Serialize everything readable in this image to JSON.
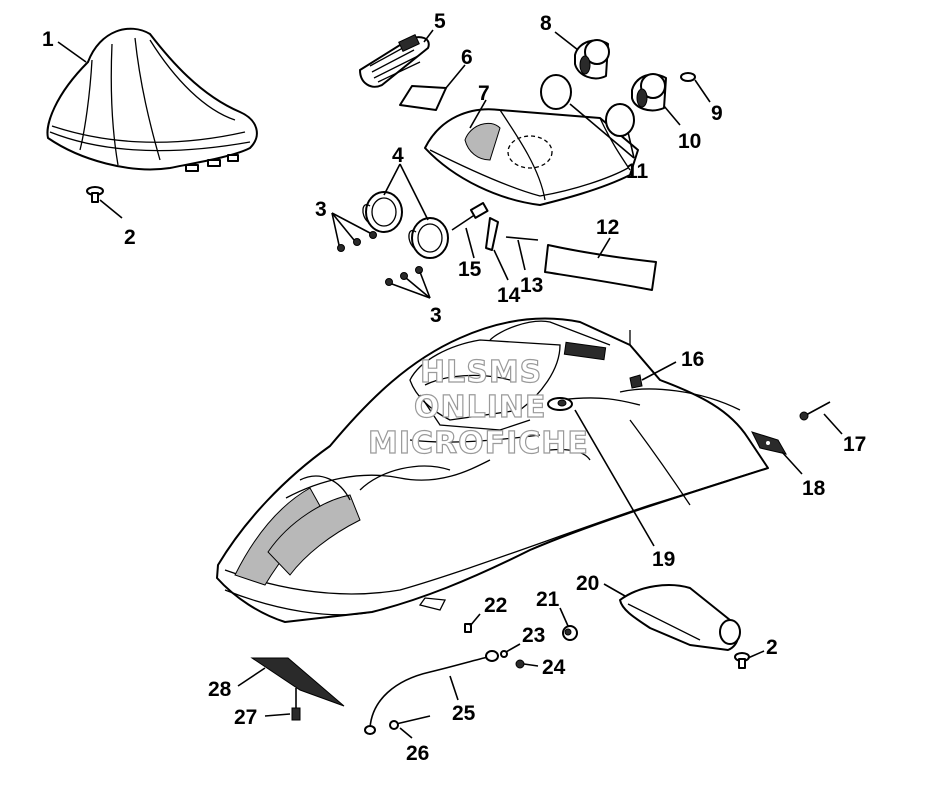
{
  "watermark": {
    "line1": "HLSMS",
    "line2": "ONLINE",
    "line3": "MICROFICHE"
  },
  "callouts": {
    "c1": "1",
    "c2a": "2",
    "c3a": "3",
    "c3b": "3",
    "c4": "4",
    "c5": "5",
    "c6": "6",
    "c7": "7",
    "c8": "8",
    "c9": "9",
    "c10": "10",
    "c11": "11",
    "c12": "12",
    "c13": "13",
    "c14": "14",
    "c15": "15",
    "c16": "16",
    "c17": "17",
    "c18": "18",
    "c19": "19",
    "c20": "20",
    "c21": "21",
    "c22": "22",
    "c23": "23",
    "c24": "24",
    "c25": "25",
    "c26": "26",
    "c27": "27",
    "c28": "28",
    "c2b": "2"
  }
}
